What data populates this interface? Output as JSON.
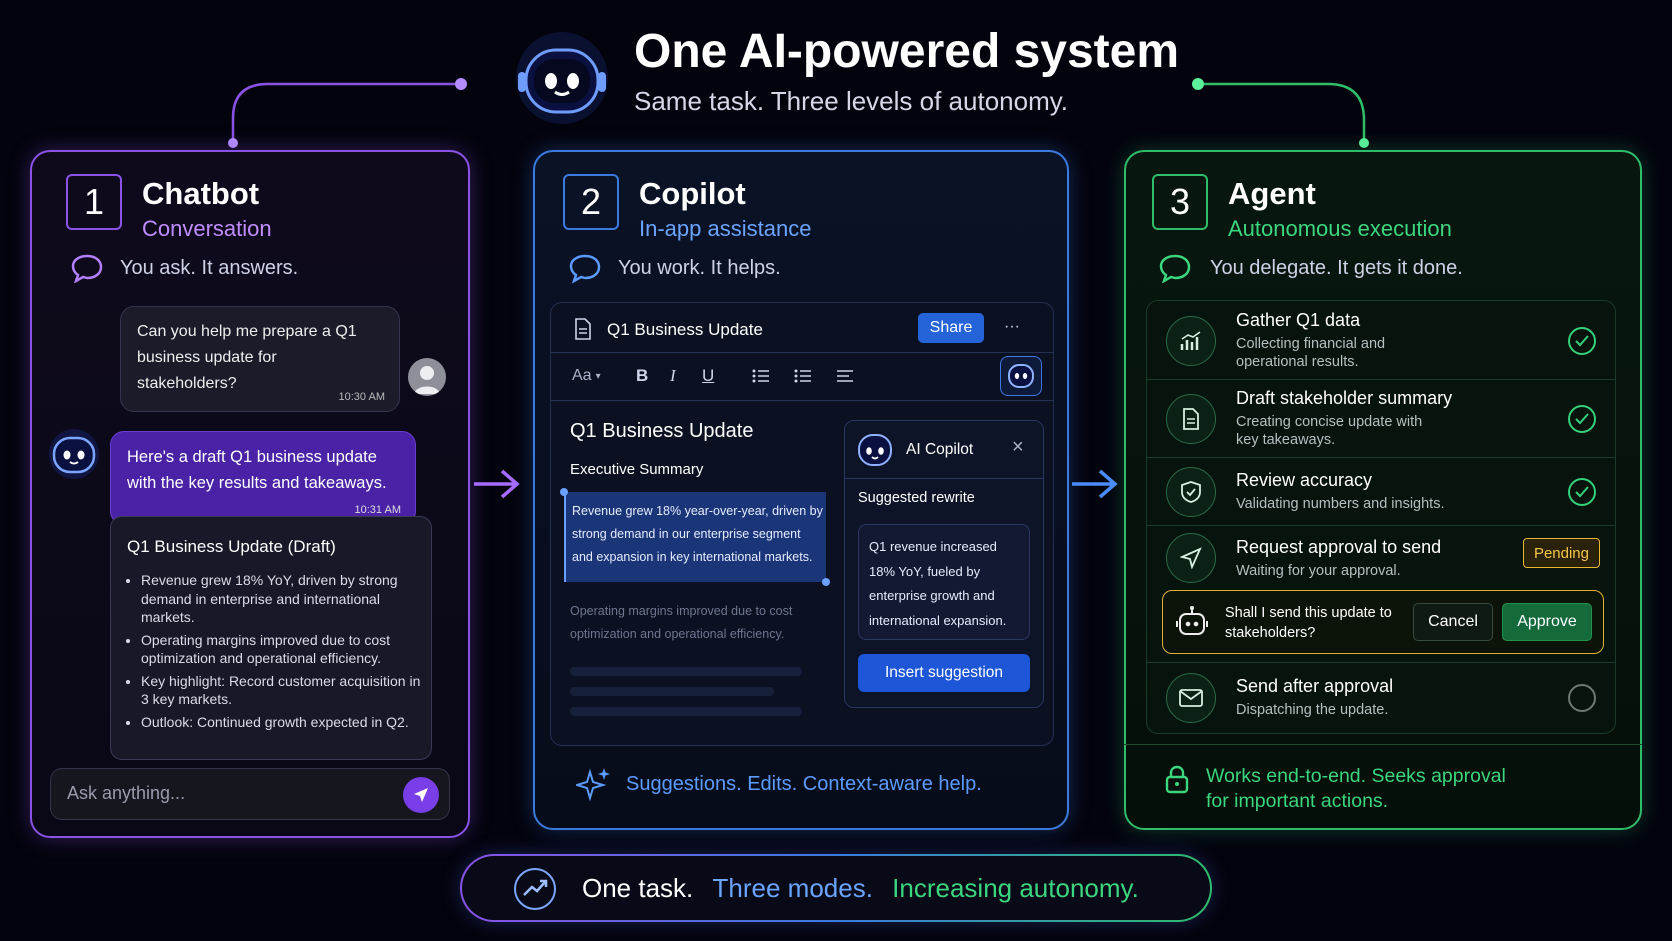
{
  "header": {
    "title": "One AI-powered system",
    "subtitle": "Same task. Three levels of autonomy."
  },
  "colors": {
    "chatbot": "#8b52e8",
    "copilot": "#3b7be0",
    "agent": "#2fbd6a",
    "pending": "#e8b730"
  },
  "chatbot": {
    "number": "1",
    "title": "Chatbot",
    "subtitle": "Conversation",
    "tagline": "You ask. It answers.",
    "user_message": {
      "text": "Can you help me prepare a Q1 business update for stakeholders?",
      "time": "10:30 AM"
    },
    "bot_message": {
      "text": "Here's a draft Q1 business update with the key results and takeaways.",
      "time": "10:31 AM"
    },
    "draft": {
      "title": "Q1 Business Update (Draft)",
      "bullets": [
        "Revenue grew 18% YoY, driven by strong demand in enterprise and international markets.",
        "Operating margins improved due to cost optimization and operational efficiency.",
        "Key highlight: Record customer acquisition in 3 key markets.",
        "Outlook: Continued growth expected in Q2."
      ]
    },
    "input_placeholder": "Ask anything..."
  },
  "copilot": {
    "number": "2",
    "title": "Copilot",
    "subtitle": "In-app assistance",
    "tagline": "You work. It helps.",
    "doc_title": "Q1 Business Update",
    "share_label": "Share",
    "more_label": "···",
    "toolbar": {
      "font": "Aa",
      "bold": "B",
      "italic": "I",
      "underline": "U"
    },
    "doc_heading": "Q1 Business Update",
    "section": "Executive Summary",
    "highlighted_text": "Revenue grew 18% year-over-year, driven by strong demand in our enterprise segment and expansion in key international markets.",
    "faded_text": "Operating margins improved due to cost optimization and operational efficiency.",
    "panel": {
      "title": "AI Copilot",
      "label": "Suggested rewrite",
      "suggestion": "Q1 revenue increased 18% YoY, fueled by enterprise growth and international expansion.",
      "insert_label": "Insert suggestion"
    },
    "footer": "Suggestions. Edits. Context-aware help."
  },
  "agent": {
    "number": "3",
    "title": "Agent",
    "subtitle": "Autonomous execution",
    "tagline": "You delegate. It gets it done.",
    "steps": [
      {
        "title": "Gather Q1 data",
        "desc": "Collecting financial and operational results.",
        "status": "done"
      },
      {
        "title": "Draft stakeholder summary",
        "desc": "Creating concise update with key takeaways.",
        "status": "done"
      },
      {
        "title": "Review accuracy",
        "desc": "Validating numbers and insights.",
        "status": "done"
      },
      {
        "title": "Request approval to send",
        "desc": "Waiting for your approval.",
        "status": "Pending"
      },
      {
        "title": "Send after approval",
        "desc": "Dispatching the update.",
        "status": "todo"
      }
    ],
    "approval": {
      "question": "Shall I send this update to stakeholders?",
      "cancel": "Cancel",
      "approve": "Approve"
    },
    "footer": "Works end-to-end. Seeks approval for important actions."
  },
  "bottom": {
    "part1": "One task.",
    "part2": "Three modes.",
    "part3": "Increasing autonomy."
  }
}
